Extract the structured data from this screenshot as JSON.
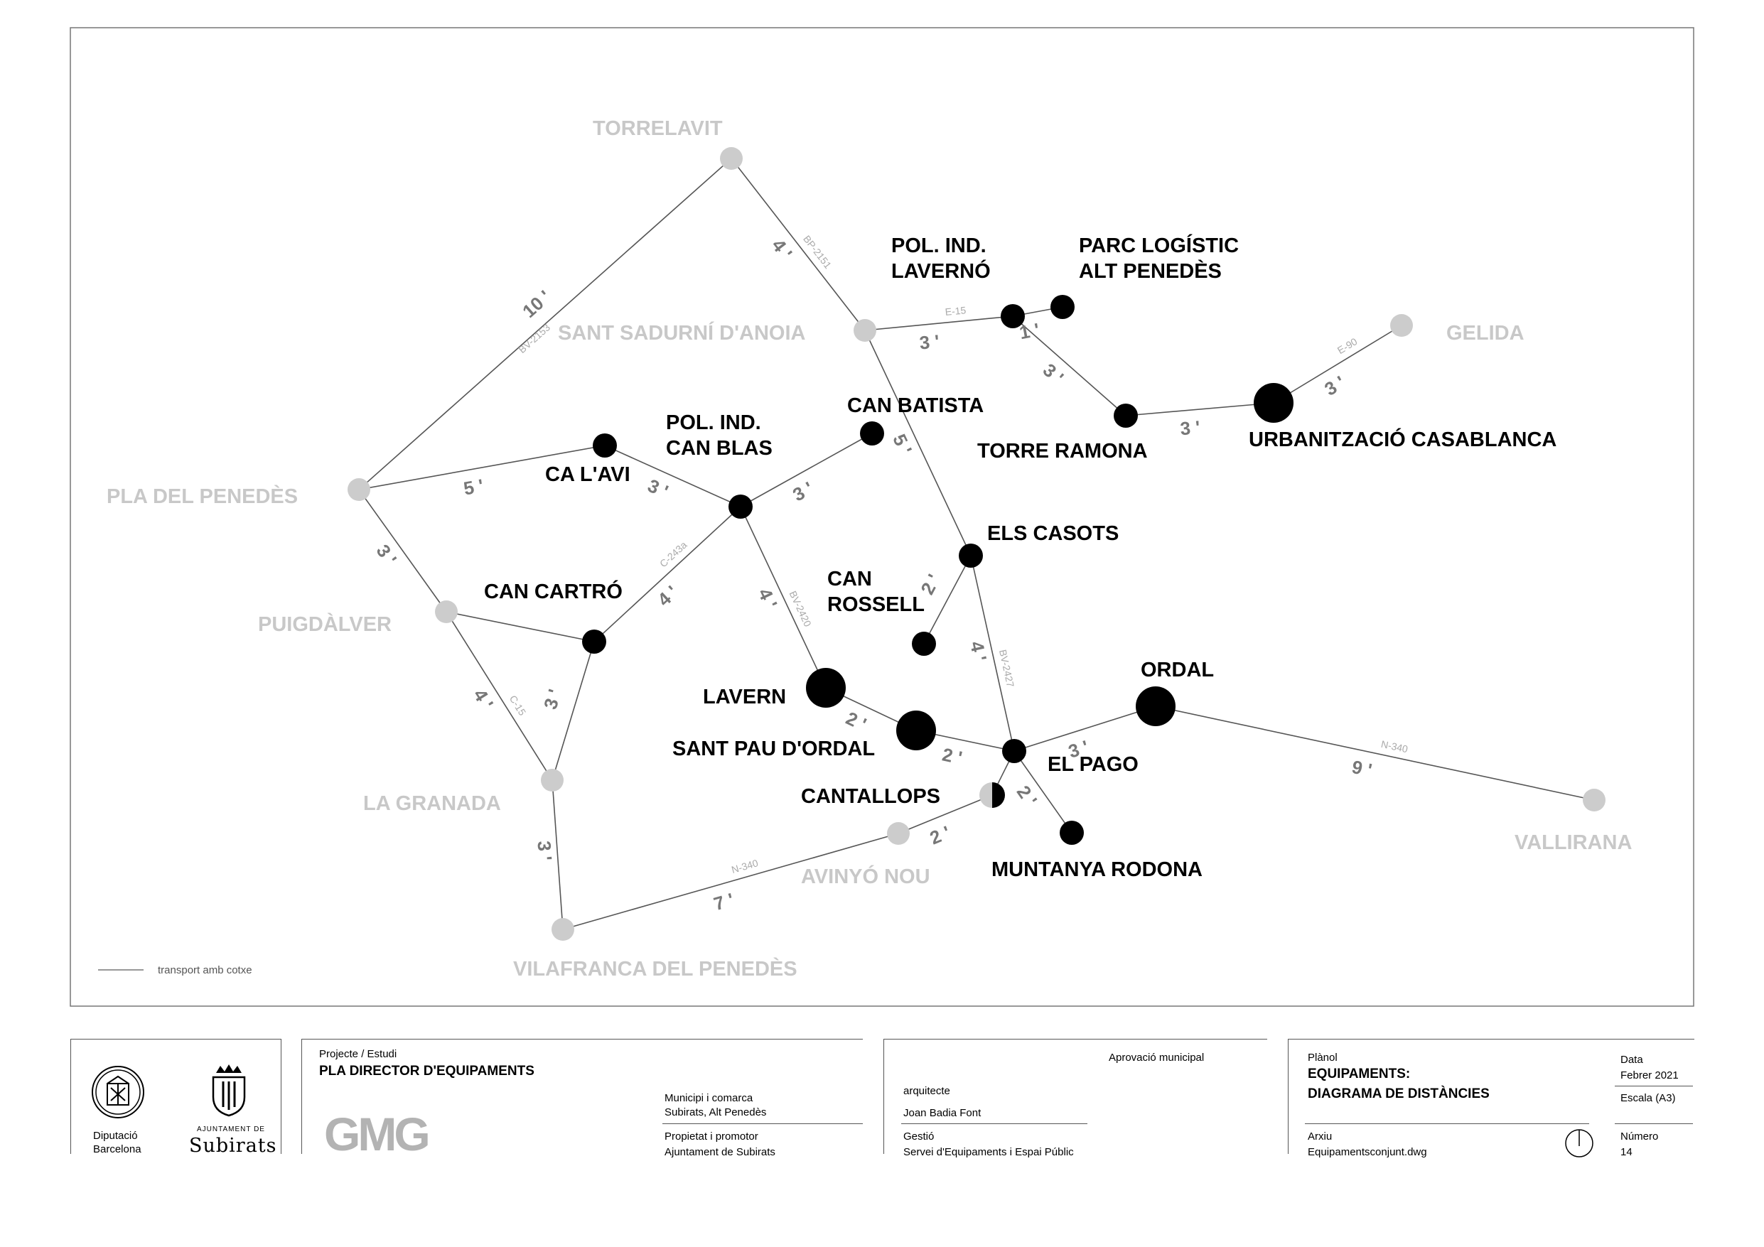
{
  "map": {
    "legend_label": "transport amb cotxe",
    "nodes": [
      {
        "id": "torrelavit",
        "label": [
          "TORRELAVIT"
        ],
        "kind": "town"
      },
      {
        "id": "sant_sadurni",
        "label": [
          "SANT SADURNÍ D'ANOIA"
        ],
        "kind": "town"
      },
      {
        "id": "gelida",
        "label": [
          "GELIDA"
        ],
        "kind": "town"
      },
      {
        "id": "pla_penedes",
        "label": [
          "PLA DEL PENEDÈS"
        ],
        "kind": "town"
      },
      {
        "id": "puigdalver",
        "label": [
          "PUIGDÀLVER"
        ],
        "kind": "town"
      },
      {
        "id": "la_granada",
        "label": [
          "LA GRANADA"
        ],
        "kind": "town"
      },
      {
        "id": "vilafranca",
        "label": [
          "VILAFRANCA DEL PENEDÈS"
        ],
        "kind": "town"
      },
      {
        "id": "avinyo_nou",
        "label": [
          "AVINYÓ NOU"
        ],
        "kind": "town"
      },
      {
        "id": "vallirana",
        "label": [
          "VALLIRANA"
        ],
        "kind": "town"
      },
      {
        "id": "pol_laverno",
        "label": [
          "POL. IND.",
          "LAVERNÓ"
        ],
        "kind": "small"
      },
      {
        "id": "parc_logistic",
        "label": [
          "PARC LOGÍSTIC",
          "ALT PENEDÈS"
        ],
        "kind": "small"
      },
      {
        "id": "torre_ramona",
        "label": [
          "TORRE RAMONA"
        ],
        "kind": "small"
      },
      {
        "id": "casablanca",
        "label": [
          "URBANITZACIÓ CASABLANCA"
        ],
        "kind": "large"
      },
      {
        "id": "ca_lavi",
        "label": [
          "CA L'AVI"
        ],
        "kind": "small"
      },
      {
        "id": "can_blas",
        "label": [
          "POL. IND.",
          "CAN BLAS"
        ],
        "kind": "small"
      },
      {
        "id": "can_batista",
        "label": [
          "CAN BATISTA"
        ],
        "kind": "small"
      },
      {
        "id": "els_casots",
        "label": [
          "ELS CASOTS"
        ],
        "kind": "small"
      },
      {
        "id": "can_rossell",
        "label": [
          "CAN",
          "ROSSELL"
        ],
        "kind": "small"
      },
      {
        "id": "can_cartro",
        "label": [
          "CAN CARTRÓ"
        ],
        "kind": "small"
      },
      {
        "id": "lavern",
        "label": [
          "LAVERN"
        ],
        "kind": "large"
      },
      {
        "id": "sant_pau",
        "label": [
          "SANT PAU D'ORDAL"
        ],
        "kind": "large"
      },
      {
        "id": "el_pago",
        "label": [
          "EL PAGO"
        ],
        "kind": "small"
      },
      {
        "id": "ordal",
        "label": [
          "ORDAL"
        ],
        "kind": "large"
      },
      {
        "id": "cantallops",
        "label": [
          "CANTALLOPS"
        ],
        "kind": "half"
      },
      {
        "id": "muntanya_rodona",
        "label": [
          "MUNTANYA RODONA"
        ],
        "kind": "small"
      }
    ],
    "edges": [
      {
        "from": "torrelavit",
        "to": "pla_penedes",
        "time": "10'",
        "road": "BV-2153"
      },
      {
        "from": "torrelavit",
        "to": "sant_sadurni",
        "time": "4'",
        "road": "BP-2151"
      },
      {
        "from": "sant_sadurni",
        "to": "pol_laverno",
        "time": "3'",
        "road": "E-15"
      },
      {
        "from": "pol_laverno",
        "to": "parc_logistic",
        "time": "1'",
        "road": ""
      },
      {
        "from": "pol_laverno",
        "to": "torre_ramona",
        "time": "3'",
        "road": ""
      },
      {
        "from": "torre_ramona",
        "to": "casablanca",
        "time": "3'",
        "road": ""
      },
      {
        "from": "casablanca",
        "to": "gelida",
        "time": "3'",
        "road": "E-90"
      },
      {
        "from": "sant_sadurni",
        "to": "els_casots",
        "time": "5'",
        "road": ""
      },
      {
        "from": "pla_penedes",
        "to": "ca_lavi",
        "time": "5'",
        "road": ""
      },
      {
        "from": "ca_lavi",
        "to": "can_blas",
        "time": "3'",
        "road": ""
      },
      {
        "from": "can_blas",
        "to": "can_batista",
        "time": "3'",
        "road": ""
      },
      {
        "from": "pla_penedes",
        "to": "puigdalver",
        "time": "3'",
        "road": ""
      },
      {
        "from": "puigdalver",
        "to": "can_cartro",
        "time": "",
        "road": ""
      },
      {
        "from": "can_cartro",
        "to": "can_blas",
        "time": "4'",
        "road": "C-243a"
      },
      {
        "from": "can_blas",
        "to": "lavern",
        "time": "4'",
        "road": "BV-2420"
      },
      {
        "from": "puigdalver",
        "to": "la_granada",
        "time": "4'",
        "road": "C-15"
      },
      {
        "from": "can_cartro",
        "to": "la_granada",
        "time": "3'",
        "road": ""
      },
      {
        "from": "la_granada",
        "to": "vilafranca",
        "time": "3'",
        "road": ""
      },
      {
        "from": "vilafranca",
        "to": "avinyo_nou",
        "time": "7'",
        "road": "N-340"
      },
      {
        "from": "avinyo_nou",
        "to": "cantallops",
        "time": "2'",
        "road": ""
      },
      {
        "from": "els_casots",
        "to": "can_rossell",
        "time": "2'",
        "road": ""
      },
      {
        "from": "els_casots",
        "to": "el_pago",
        "time": "4'",
        "road": "BV-2427"
      },
      {
        "from": "lavern",
        "to": "sant_pau",
        "time": "2'",
        "road": ""
      },
      {
        "from": "sant_pau",
        "to": "el_pago",
        "time": "2'",
        "road": ""
      },
      {
        "from": "el_pago",
        "to": "ordal",
        "time": "3'",
        "road": ""
      },
      {
        "from": "ordal",
        "to": "vallirana",
        "time": "9'",
        "road": "N-340"
      },
      {
        "from": "el_pago",
        "to": "cantallops",
        "time": "",
        "road": ""
      },
      {
        "from": "el_pago",
        "to": "muntanya_rodona",
        "time": "2'",
        "road": ""
      }
    ]
  },
  "colors": {
    "town": "#cccccc",
    "town_label": "#c8c8c8",
    "facility": "#000000",
    "road": "#555555",
    "time_label": "#777777",
    "road_code": "#aaaaaa"
  },
  "title_block": {
    "logo1_line1": "Diputació",
    "logo1_line2": "Barcelona",
    "logo2_small": "AJUNTAMENT DE",
    "logo2_name": "Subirats",
    "projecte_label": "Projecte / Estudi",
    "projecte_value": "PLA DIRECTOR D'EQUIPAMENTS",
    "gmg_logo": "GMG",
    "municipi_label": "Municipi i comarca",
    "municipi_value": "Subirats, Alt Penedès",
    "promotor_label": "Propietat  i promotor",
    "promotor_value": "Ajuntament de Subirats",
    "aprovacio_label": "Aprovació municipal",
    "arquitecte_label": "arquitecte",
    "arquitecte_value": "Joan Badia Font",
    "gestio_label": "Gestió",
    "gestio_value": "Servei d'Equipaments i Espai Públic",
    "planol_label": "Plànol",
    "planol_line1": "EQUIPAMENTS:",
    "planol_line2": "DIAGRAMA DE DISTÀNCIES",
    "data_label": "Data",
    "data_value": "Febrer 2021",
    "escala_label": "Escala (A3)",
    "arxiu_label": "Arxiu",
    "arxiu_value": "Equipamentsconjunt.dwg",
    "numero_label": "Número",
    "numero_value": "14"
  }
}
